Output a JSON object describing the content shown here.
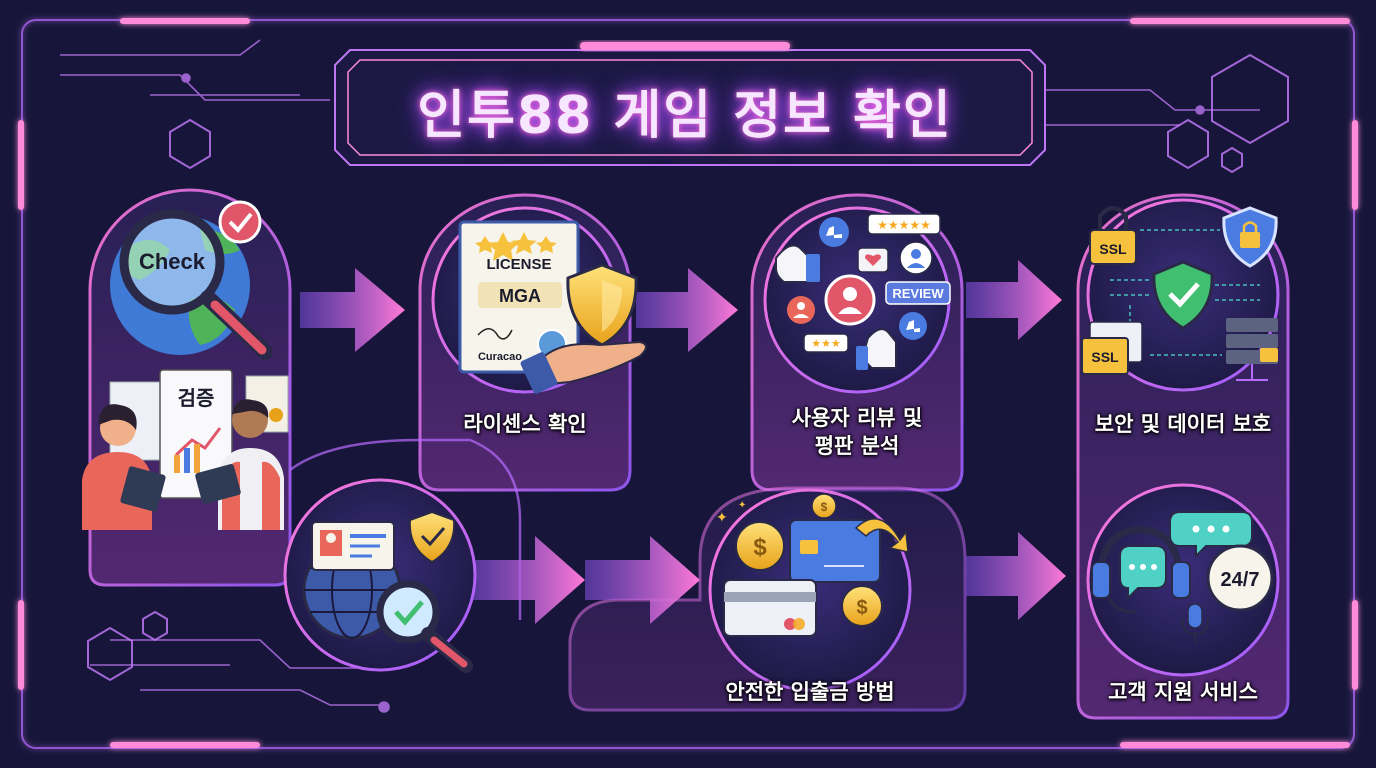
{
  "title": "인투88 게임 정보 확인",
  "steps": {
    "license": "라이센스 확인",
    "reviews_line1": "사용자 리뷰 및",
    "reviews_line2": "평판 분석",
    "security": "보안 및 데이터 보호",
    "payments": "안전한 입출금 방법",
    "support": "고객 지원 서비스"
  },
  "icon_text": {
    "check": "Check",
    "verify": "검증",
    "license": "LICENSE",
    "mga": "MGA",
    "curacao": "Curacao",
    "review": "REVIEW",
    "ssl_top": "SSL",
    "ssl_bottom": "SSL",
    "hours": "24/7"
  },
  "colors": {
    "background": "#17163a",
    "neon_pink": "#ff6bd5",
    "neon_purple": "#b86bff",
    "shield_green": "#3fbf6f",
    "coin_gold": "#f6c23e"
  }
}
